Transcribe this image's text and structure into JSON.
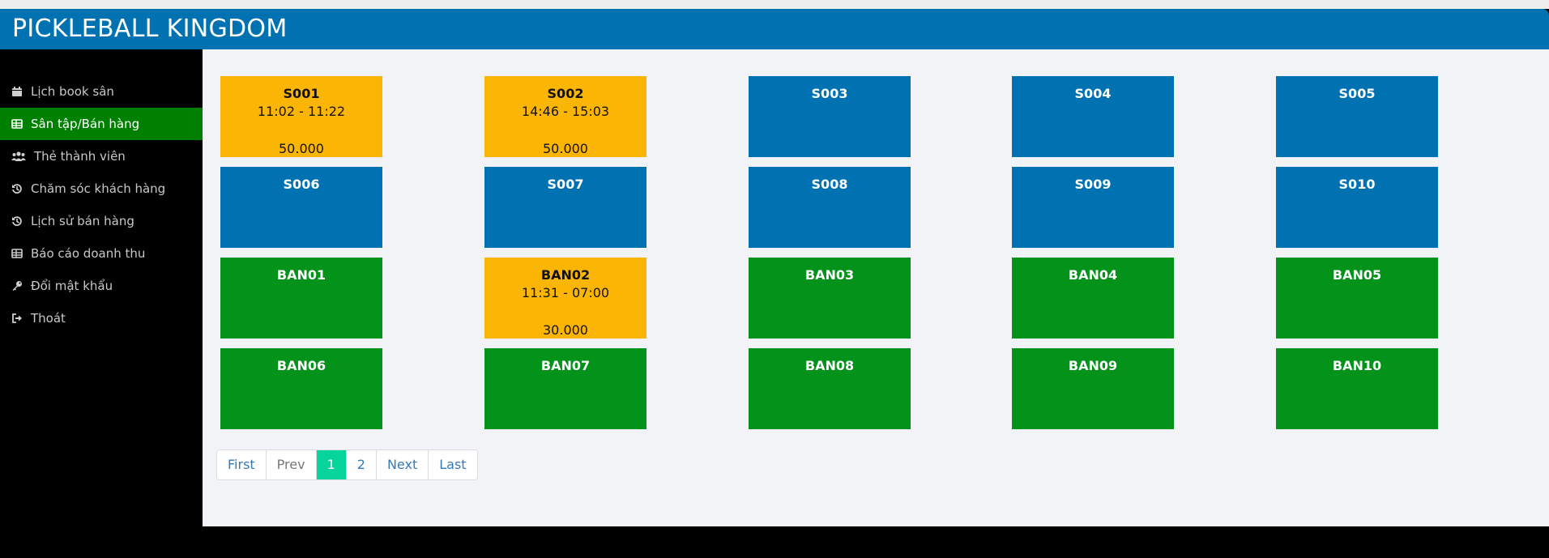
{
  "app": {
    "title": "PICKLEBALL KINGDOM"
  },
  "sidebar": {
    "items": [
      {
        "label": "Lịch book sân",
        "icon": "calendar-icon"
      },
      {
        "label": "Sân tập/Bán hàng",
        "icon": "table-grid-icon",
        "active": true
      },
      {
        "label": "Thẻ thành viên",
        "icon": "users-icon"
      },
      {
        "label": "Chăm sóc khách hàng",
        "icon": "history-icon"
      },
      {
        "label": "Lịch sử bán hàng",
        "icon": "history-icon"
      },
      {
        "label": "Báo cáo doanh thu",
        "icon": "table-grid-icon"
      },
      {
        "label": "Đổi mật khẩu",
        "icon": "key-icon"
      },
      {
        "label": "Thoát",
        "icon": "sign-out-icon"
      }
    ]
  },
  "tiles": [
    {
      "name": "S001",
      "time": "11:02 - 11:22",
      "price": "50.000",
      "status": "busy"
    },
    {
      "name": "S002",
      "time": "14:46 - 15:03",
      "price": "50.000",
      "status": "busy"
    },
    {
      "name": "S003",
      "status": "court"
    },
    {
      "name": "S004",
      "status": "court"
    },
    {
      "name": "S005",
      "status": "court"
    },
    {
      "name": "S006",
      "status": "court"
    },
    {
      "name": "S007",
      "status": "court"
    },
    {
      "name": "S008",
      "status": "court"
    },
    {
      "name": "S009",
      "status": "court"
    },
    {
      "name": "S010",
      "status": "court"
    },
    {
      "name": "BAN01",
      "status": "table"
    },
    {
      "name": "BAN02",
      "time": "11:31 - 07:00",
      "price": "30.000",
      "status": "busy"
    },
    {
      "name": "BAN03",
      "status": "table"
    },
    {
      "name": "BAN04",
      "status": "table"
    },
    {
      "name": "BAN05",
      "status": "table"
    },
    {
      "name": "BAN06",
      "status": "table"
    },
    {
      "name": "BAN07",
      "status": "table"
    },
    {
      "name": "BAN08",
      "status": "table"
    },
    {
      "name": "BAN09",
      "status": "table"
    },
    {
      "name": "BAN10",
      "status": "table"
    }
  ],
  "pagination": {
    "first": "First",
    "prev": "Prev",
    "pages": [
      "1",
      "2"
    ],
    "current": "1",
    "next": "Next",
    "last": "Last"
  },
  "colors": {
    "header": "#0072b1",
    "court": "#0072b1",
    "table": "#04931a",
    "busy": "#fbb505",
    "active_nav": "#008000",
    "current_page": "#06d49a"
  }
}
